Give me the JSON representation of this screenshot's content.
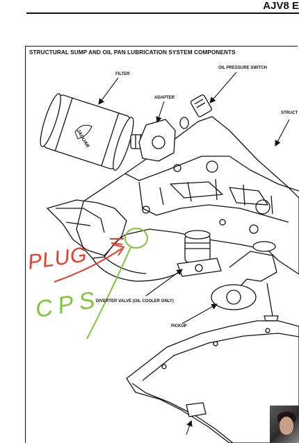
{
  "header": {
    "title": "AJV8 E"
  },
  "diagram": {
    "title": "STRUCTURAL SUMP AND OIL PAN LUBRICATION SYSTEM COMPONENTS",
    "callouts": {
      "filter": "FILTER",
      "oil_pressure_switch": "OIL PRESSURE SWITCH",
      "adapter": "ADAPTER",
      "structural": "STRUCT",
      "diverter_valve": "DIVERTER VALVE (OIL COOLER ONLY)",
      "pickup": "PICKUP"
    },
    "filter_logo": "JAGUAR"
  },
  "annotations": {
    "plug": "PLUG",
    "cps": "CPS",
    "plug_color": "#e63c2c",
    "cps_color": "#7fc43b"
  },
  "overlay": {
    "thumbnail": "video-thumbnail-face"
  }
}
